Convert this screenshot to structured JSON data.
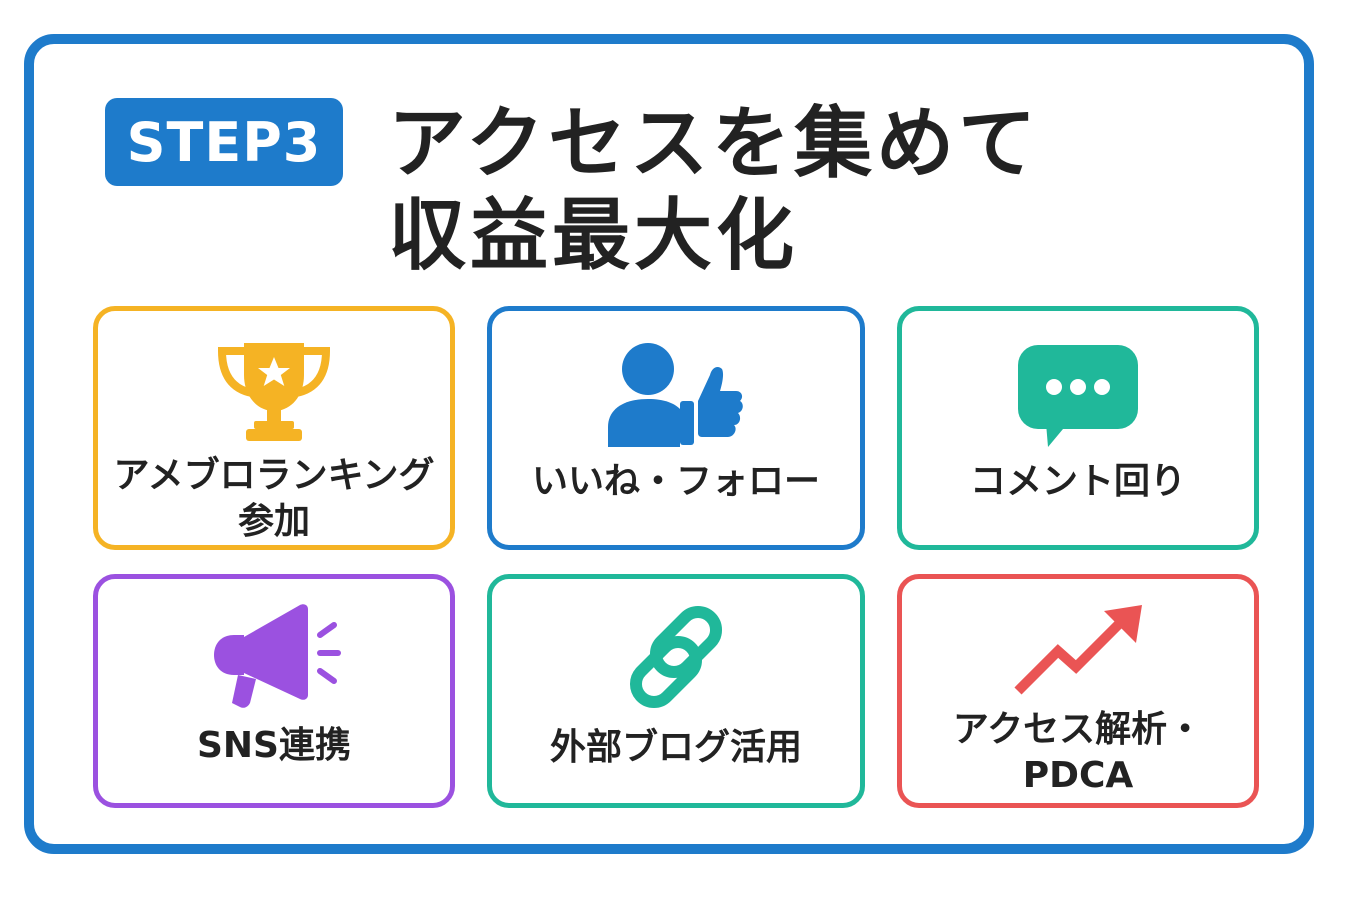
{
  "header": {
    "badge": "STEP3",
    "title_line1": "アクセスを集めて",
    "title_line2": "収益最大化"
  },
  "colors": {
    "frame": "#1e7bcb",
    "yellow": "#f5b324",
    "blue": "#1e7bcb",
    "teal": "#20b89a",
    "purple": "#9b51e0",
    "red": "#ea5454"
  },
  "cards": [
    {
      "icon": "trophy-icon",
      "label_line1": "アメブロランキング",
      "label_line2": "参加"
    },
    {
      "icon": "user-thumbs-up-icon",
      "label_line1": "いいね・フォロー"
    },
    {
      "icon": "chat-bubble-icon",
      "label_line1": "コメント回り"
    },
    {
      "icon": "megaphone-icon",
      "label_line1": "SNS連携"
    },
    {
      "icon": "link-icon",
      "label_line1": "外部ブログ活用"
    },
    {
      "icon": "trend-up-arrow-icon",
      "label_line1": "アクセス解析・",
      "label_line2": "PDCA"
    }
  ]
}
